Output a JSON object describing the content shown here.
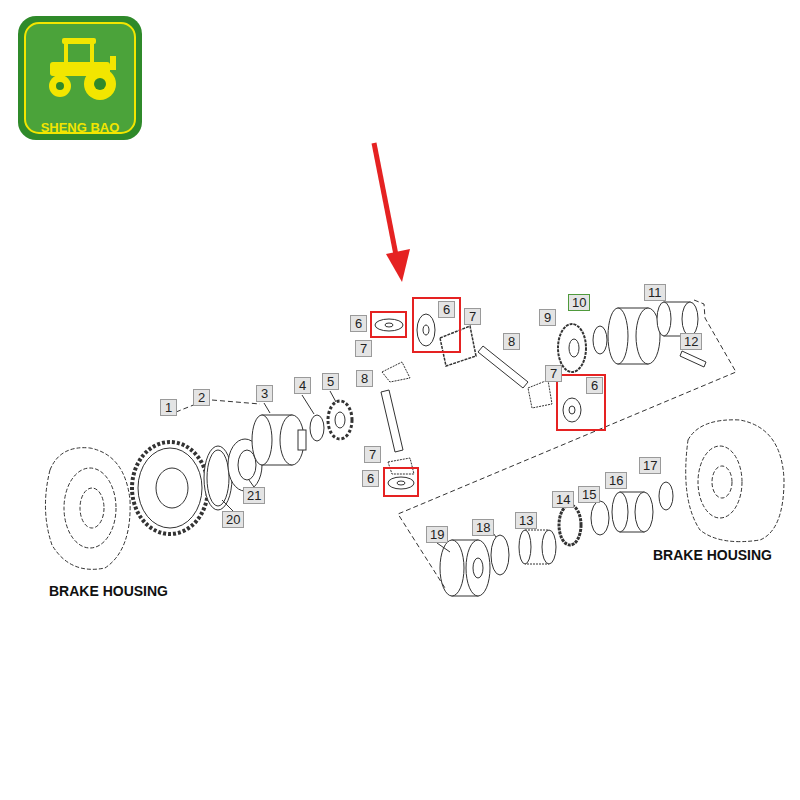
{
  "diagram": {
    "nodes": [
      {
        "text": [
          "SHENG BAO"
        ]
      },
      {
        "text": [
          "11"
        ]
      },
      {
        "text": [
          "10"
        ]
      },
      {
        "text": [
          "6"
        ]
      },
      {
        "text": [
          "7"
        ]
      },
      {
        "text": [
          "9"
        ]
      },
      {
        "text": [
          "6"
        ]
      },
      {
        "text": [
          "8"
        ]
      },
      {
        "text": [
          "12"
        ]
      },
      {
        "text": [
          "7"
        ]
      },
      {
        "text": [
          "7"
        ]
      },
      {
        "text": [
          "8"
        ]
      },
      {
        "text": [
          "5"
        ]
      },
      {
        "text": [
          "4"
        ]
      },
      {
        "text": [
          "6"
        ]
      },
      {
        "text": [
          "3"
        ]
      },
      {
        "text": [
          "2"
        ]
      },
      {
        "text": [
          "1"
        ]
      },
      {
        "text": [
          "7"
        ]
      },
      {
        "text": [
          "17"
        ]
      },
      {
        "text": [
          "6"
        ]
      },
      {
        "text": [
          "16"
        ]
      },
      {
        "text": [
          "15"
        ]
      },
      {
        "text": [
          "21"
        ]
      },
      {
        "text": [
          "14"
        ]
      },
      {
        "text": [
          "20"
        ]
      },
      {
        "text": [
          "13"
        ]
      },
      {
        "text": [
          "18"
        ]
      },
      {
        "text": [
          "19"
        ]
      }
    ],
    "labels": [
      "BRAKE HOUSING",
      "BRAKE HOUSING"
    ]
  }
}
